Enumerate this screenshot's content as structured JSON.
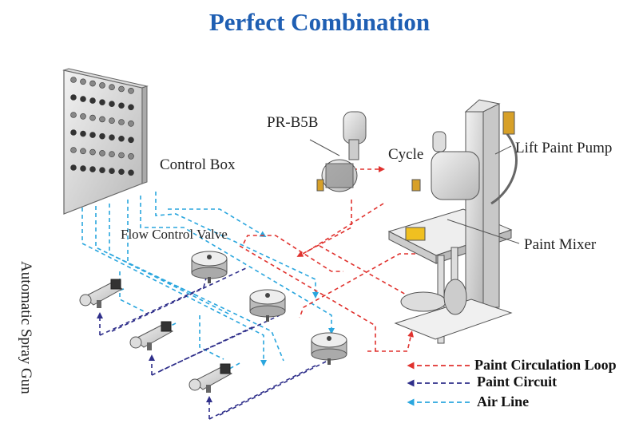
{
  "title": "Perfect Combination",
  "labels": {
    "control_box": "Control Box",
    "pr_b5b": "PR-B5B",
    "cycle": "Cycle",
    "lift_paint_pump": "Lift Paint Pump",
    "flow_control_valve": "Flow Control Valve",
    "paint_mixer": "Paint Mixer",
    "automatic_spray_gun": "Automatic Spray Gun"
  },
  "legend": [
    {
      "label": "Paint Circulation Loop",
      "color": "#e0322e"
    },
    {
      "label": "Paint Circuit",
      "color": "#2e2e8a"
    },
    {
      "label": "Air Line",
      "color": "#2aa6de"
    }
  ],
  "colors": {
    "title": "#1f5fb3",
    "paint_loop": "#e0322e",
    "paint_circuit": "#2e2e8a",
    "air_line": "#2aa6de"
  },
  "icons": [
    "control-box-panel",
    "pump-icon",
    "flow-valve-icon",
    "spray-gun-icon",
    "lift-pump-icon",
    "mixer-icon"
  ]
}
